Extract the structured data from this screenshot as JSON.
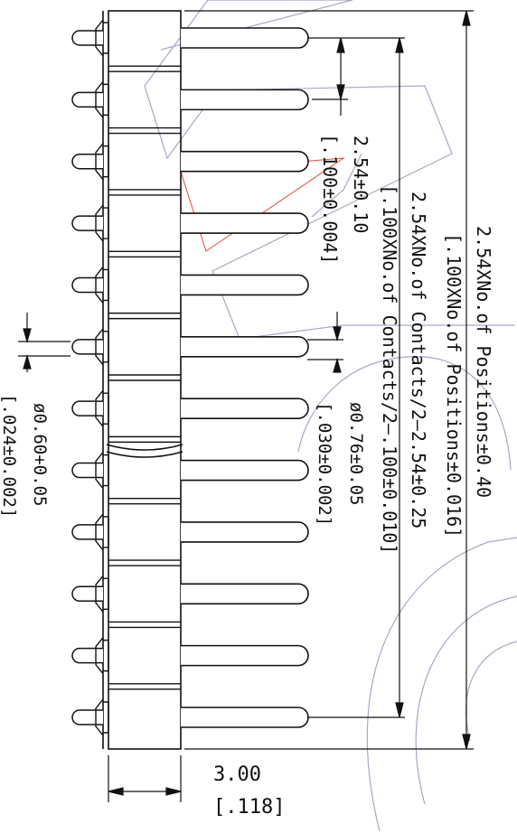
{
  "title": "",
  "pin_count": 12,
  "dimensions": {
    "pitch": {
      "metric": "2.54±0.10",
      "imperial": "[.100±0.004]"
    },
    "pin_diameter_left": {
      "metric": "ø0.60+0.05",
      "imperial": "[.024±0.002]"
    },
    "pin_diameter_right": {
      "metric": "ø0.76±0.05",
      "imperial": "[.030±0.002]"
    },
    "contacts_span": {
      "metric": "2.54XNo.of Contacts/2–2.54±0.25",
      "imperial": "[.100XNo.of Contacts/2–.100±0.010]"
    },
    "positions_span": {
      "metric": "2.54XNo.of Positions±0.40",
      "imperial": "[.100XNo.of Positions±0.016]"
    },
    "body_width": {
      "metric": "3.00",
      "imperial": "[.118]"
    }
  },
  "colors": {
    "line": "#111111",
    "watermark": "#a8a8c4",
    "red": "#e04a3a"
  }
}
